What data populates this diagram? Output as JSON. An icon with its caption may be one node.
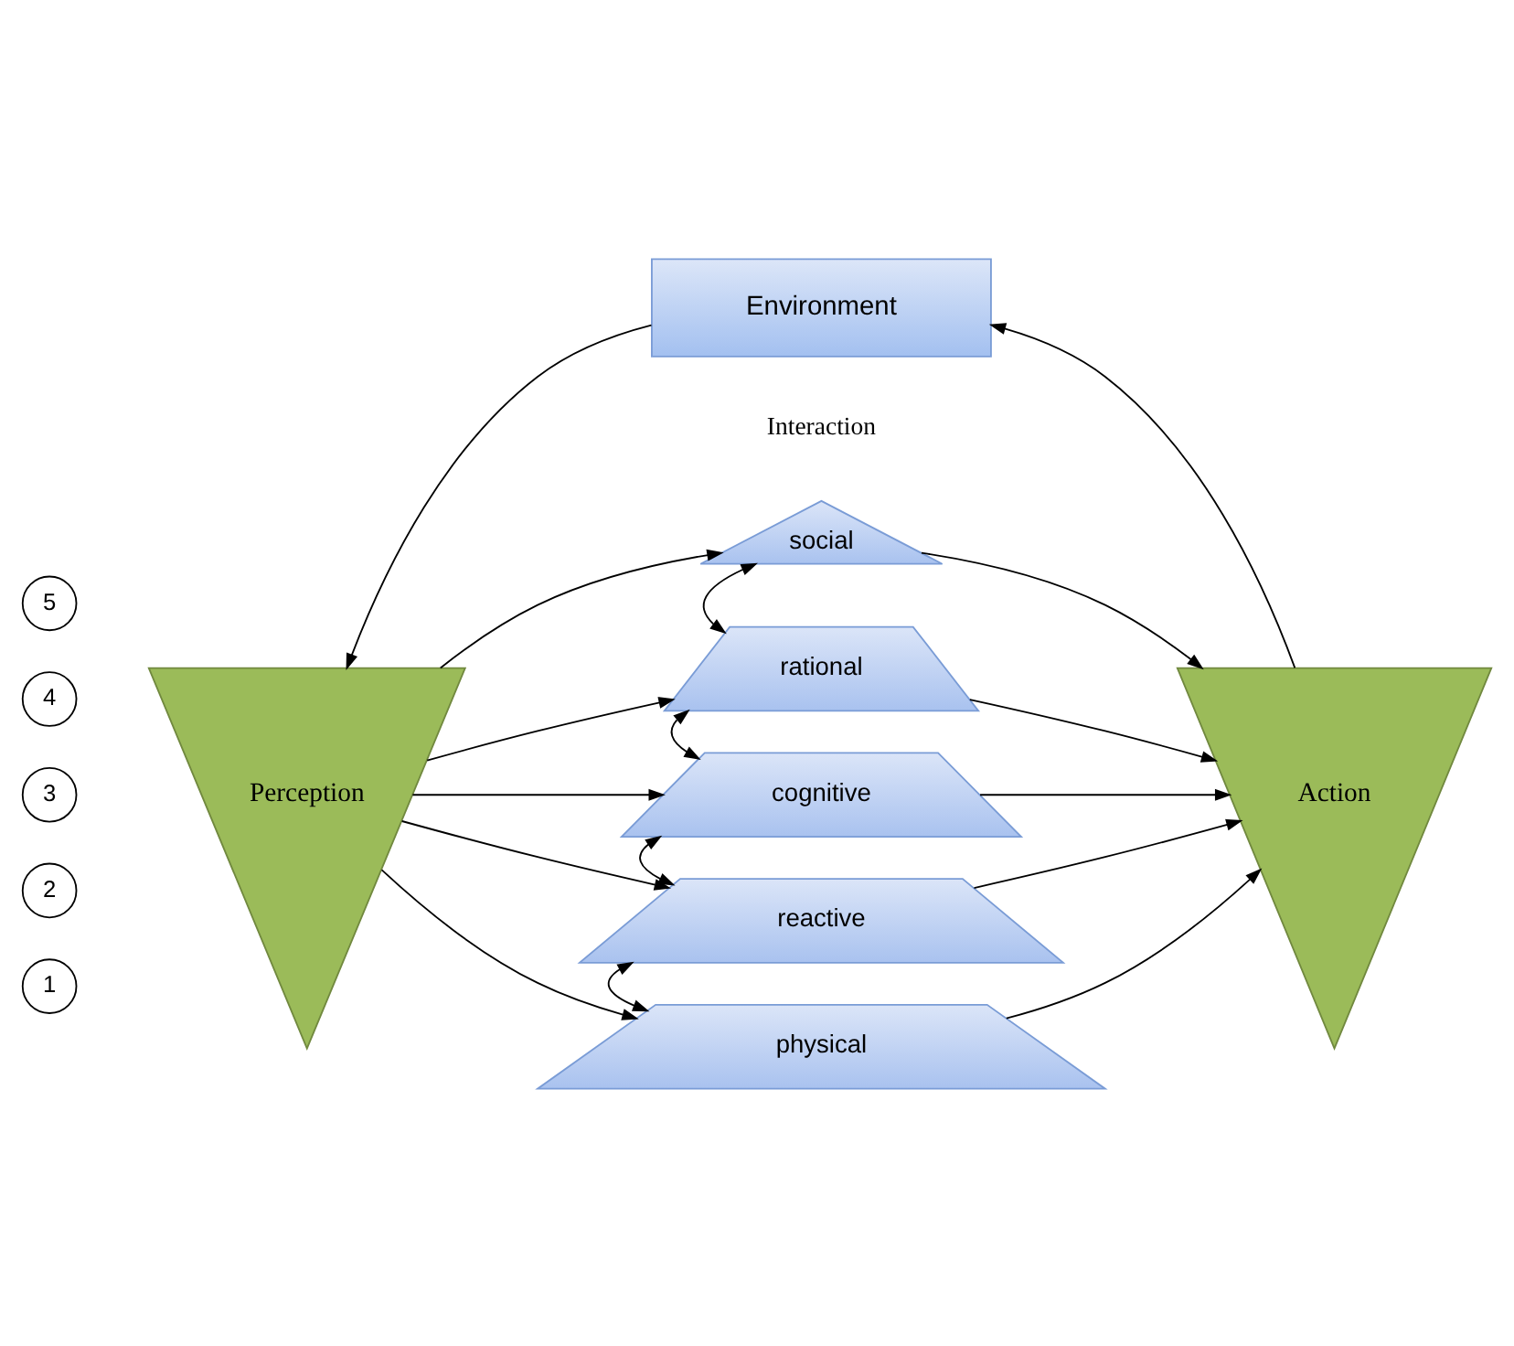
{
  "diagram": {
    "nodes": [
      {
        "text": [
          "Environment"
        ]
      },
      {
        "text": [
          "Perception"
        ]
      },
      {
        "text": [
          "Action"
        ]
      },
      {
        "text": [
          "social"
        ]
      },
      {
        "text": [
          "rational"
        ]
      },
      {
        "text": [
          "cognitive"
        ]
      },
      {
        "text": [
          "reactive"
        ]
      },
      {
        "text": [
          "physical"
        ]
      },
      {
        "text": [
          "5"
        ]
      },
      {
        "text": [
          "4"
        ]
      },
      {
        "text": [
          "3"
        ]
      },
      {
        "text": [
          "2"
        ]
      },
      {
        "text": [
          "1"
        ]
      }
    ],
    "edges": [
      {
        "from": 0,
        "to": 1,
        "arrow": "to"
      },
      {
        "from": 2,
        "to": 0,
        "arrow": "to"
      },
      {
        "from": 1,
        "to": 3,
        "arrow": "to"
      },
      {
        "from": 1,
        "to": 4,
        "arrow": "to"
      },
      {
        "from": 1,
        "to": 5,
        "arrow": "to"
      },
      {
        "from": 1,
        "to": 6,
        "arrow": "to"
      },
      {
        "from": 1,
        "to": 7,
        "arrow": "to"
      },
      {
        "from": 3,
        "to": 2,
        "arrow": "to"
      },
      {
        "from": 4,
        "to": 2,
        "arrow": "to"
      },
      {
        "from": 5,
        "to": 2,
        "arrow": "to"
      },
      {
        "from": 6,
        "to": 2,
        "arrow": "to"
      },
      {
        "from": 7,
        "to": 2,
        "arrow": "to"
      },
      {
        "from": 3,
        "to": 4,
        "arrow": "both"
      },
      {
        "from": 4,
        "to": 5,
        "arrow": "both"
      },
      {
        "from": 5,
        "to": 6,
        "arrow": "both"
      },
      {
        "from": 6,
        "to": 7,
        "arrow": "both"
      }
    ],
    "labels": [
      "Interaction"
    ]
  }
}
